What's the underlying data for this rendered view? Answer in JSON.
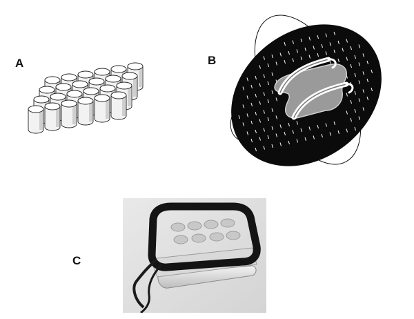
{
  "figure": {
    "panels": [
      {
        "label": "A",
        "content": "well-plate-illustration"
      },
      {
        "label": "B",
        "content": "coil-electrode-in-field-illustration"
      },
      {
        "label": "C",
        "content": "device-photograph"
      }
    ]
  },
  "colors": {
    "background": "#ffffff",
    "ink": "#111111",
    "cylinder_fill": "#f2f2f2",
    "ellipse_fill": "#0b0b0b",
    "photo_bg": "#e6e6e6"
  },
  "icons": {
    "cylinder_array": "cylinder-array-icon",
    "field_ellipse": "ellipse-field-icon",
    "photo": "photo-icon"
  }
}
